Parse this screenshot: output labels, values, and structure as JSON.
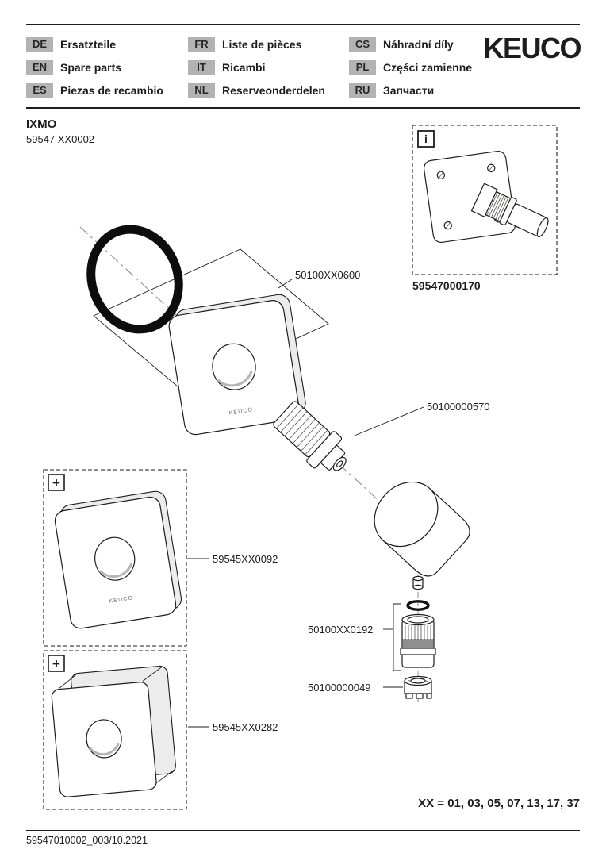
{
  "colors": {
    "badge_bg": "#b3b3b3",
    "ink": "#1d1d1b",
    "muted_line": "#8f8f8f"
  },
  "header": {
    "logo": "KEUCO",
    "languages": [
      {
        "code": "DE",
        "label": "Ersatzteile"
      },
      {
        "code": "EN",
        "label": "Spare parts"
      },
      {
        "code": "ES",
        "label": "Piezas de recambio"
      },
      {
        "code": "FR",
        "label": "Liste de pièces"
      },
      {
        "code": "IT",
        "label": "Ricambi"
      },
      {
        "code": "NL",
        "label": "Reserveonderdelen"
      },
      {
        "code": "CS",
        "label": "Náhradní díly"
      },
      {
        "code": "PL",
        "label": "Części zamienne"
      },
      {
        "code": "RU",
        "label": "Запчасти"
      }
    ]
  },
  "product": {
    "series": "IXMO",
    "model": "59547 XX0002"
  },
  "diagram": {
    "info_part": "59547000170",
    "labels": {
      "cover_plate": "50100XX0600",
      "extension": "50100000570",
      "plate_single": "59545XX0092",
      "plate_deep": "59545XX0282",
      "sleeve": "50100XX0192",
      "adapter": "50100000049"
    },
    "brand_mark": "KEUCO",
    "variant_note": "XX = 01, 03, 05, 07, 13, 17, 37"
  },
  "icons": {
    "plus": "+",
    "info": "i"
  },
  "footer": {
    "document_id": "59547010002_003/10.2021"
  }
}
